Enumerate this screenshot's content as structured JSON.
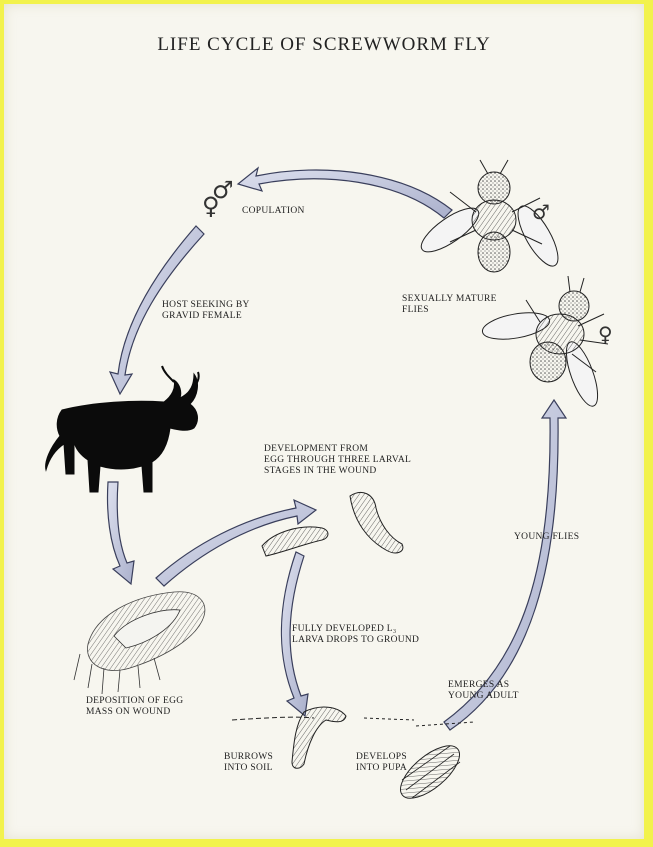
{
  "title": "LIFE CYCLE OF SCREWWORM FLY",
  "labels": {
    "copulation": "COPULATION",
    "host_seeking": [
      "HOST SEEKING BY",
      "GRAVID FEMALE"
    ],
    "sexually_mature": [
      "SEXUALLY MATURE",
      "FLIES"
    ],
    "development": [
      "DEVELOPMENT FROM",
      "EGG THROUGH THREE LARVAL",
      "STAGES IN THE WOUND"
    ],
    "young_flies": "YOUNG FLIES",
    "fully_developed": [
      "FULLY DEVELOPED L₃",
      "LARVA DROPS TO GROUND"
    ],
    "emerges": [
      "EMERGES AS",
      "YOUNG ADULT"
    ],
    "deposition": [
      "DEPOSITION OF EGG",
      "MASS ON WOUND"
    ],
    "burrows": [
      "BURROWS",
      "INTO SOIL"
    ],
    "develops_pupa": [
      "DEVELOPS",
      "INTO PUPA"
    ]
  },
  "symbols": {
    "male": "♂",
    "female": "♀"
  },
  "colors": {
    "frame": "#f2f24c",
    "paper": "#f7f6ef",
    "arrow_fill": "#c6cbe0",
    "arrow_stroke": "#3a3f5c",
    "ink": "#222222"
  },
  "icons": [
    "male-female-symbol-icon",
    "fly-icon",
    "cow-silhouette-icon",
    "larva-icon",
    "egg-mass-icon",
    "pupa-icon"
  ]
}
